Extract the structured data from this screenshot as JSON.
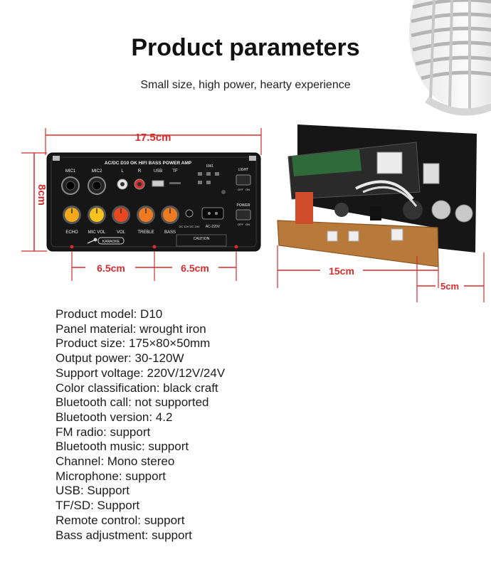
{
  "header": {
    "title": "Product parameters",
    "subtitle": "Small size, high power, hearty experience"
  },
  "panel": {
    "width_label": "17.5cm",
    "height_label": "8cm",
    "spacing_left": "6.5cm",
    "spacing_right": "6.5cm",
    "top_text": "AC/DC  D10 OK  HIFI   BASS  POWER  AMP",
    "jack_labels": [
      "MIC1",
      "MIC2",
      "L",
      "R",
      "USB",
      "TF"
    ],
    "knob_labels": [
      "ECHO",
      "MIC VOL",
      "VOL",
      "TREBLE",
      "BASS"
    ],
    "knob_colors": [
      "#f4a91c",
      "#f7c21d",
      "#e8471f",
      "#ee7b22",
      "#ee7b22"
    ],
    "power_inputs": [
      "DC 12V DC 24V",
      "AC-220V"
    ],
    "side_labels": [
      "LIGHT",
      "POWER"
    ],
    "switch_labels": [
      "OFF",
      "ON"
    ],
    "fm_label": "FM1",
    "karaoke_label": "KARAOKE",
    "caution_label": "CAUTION"
  },
  "board": {
    "depth_label": "15cm",
    "thickness_label": "5cm"
  },
  "specs": [
    "Product model: D10",
    "Panel material: wrought iron",
    "Product size: 175×80×50mm",
    "Output power: 30-120W",
    "Support voltage: 220V/12V/24V",
    "Color classification: black craft",
    "Bluetooth call: not supported",
    "Bluetooth version: 4.2",
    "FM radio: support",
    "Bluetooth music: support",
    "Channel: Mono stereo",
    "Microphone: support",
    "USB: Support",
    "TF/SD: Support",
    "Remote control: support",
    "Bass adjustment: support"
  ]
}
